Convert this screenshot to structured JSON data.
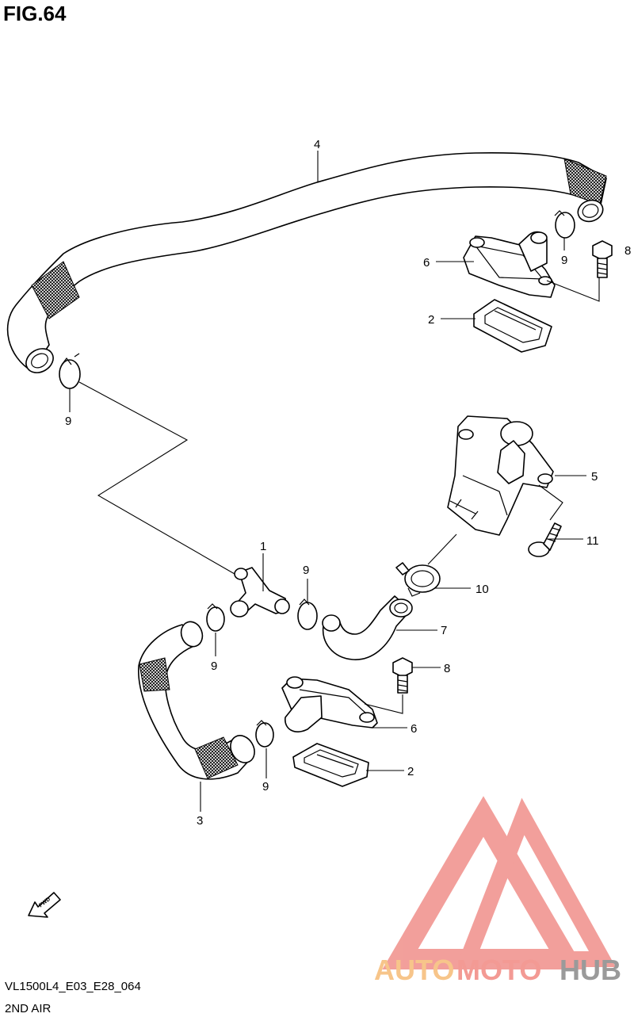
{
  "figure": {
    "title": "FIG.64",
    "code": "VL1500L4_E03_E28_064",
    "caption": "2ND AIR"
  },
  "callouts": {
    "c1": "1",
    "c2_top": "2",
    "c2_bottom": "2",
    "c3": "3",
    "c4": "4",
    "c5": "5",
    "c6_top": "6",
    "c6_bottom": "6",
    "c7": "7",
    "c8_top": "8",
    "c8_bottom": "8",
    "c9_left": "9",
    "c9_topright": "9",
    "c9_middle": "9",
    "c9_lowleft": "9",
    "c9_lowcenter": "9",
    "c10": "10",
    "c11": "11"
  },
  "fwd_marker": {
    "text": "FWD"
  },
  "watermark": {
    "part1": "AUTO",
    "part2": "MOTO",
    "part3": "HUB",
    "colors": {
      "auto": "#f7c58a",
      "moto": "#f39a94",
      "hub": "#9a9a9a",
      "logo": "#f08f8a"
    }
  }
}
